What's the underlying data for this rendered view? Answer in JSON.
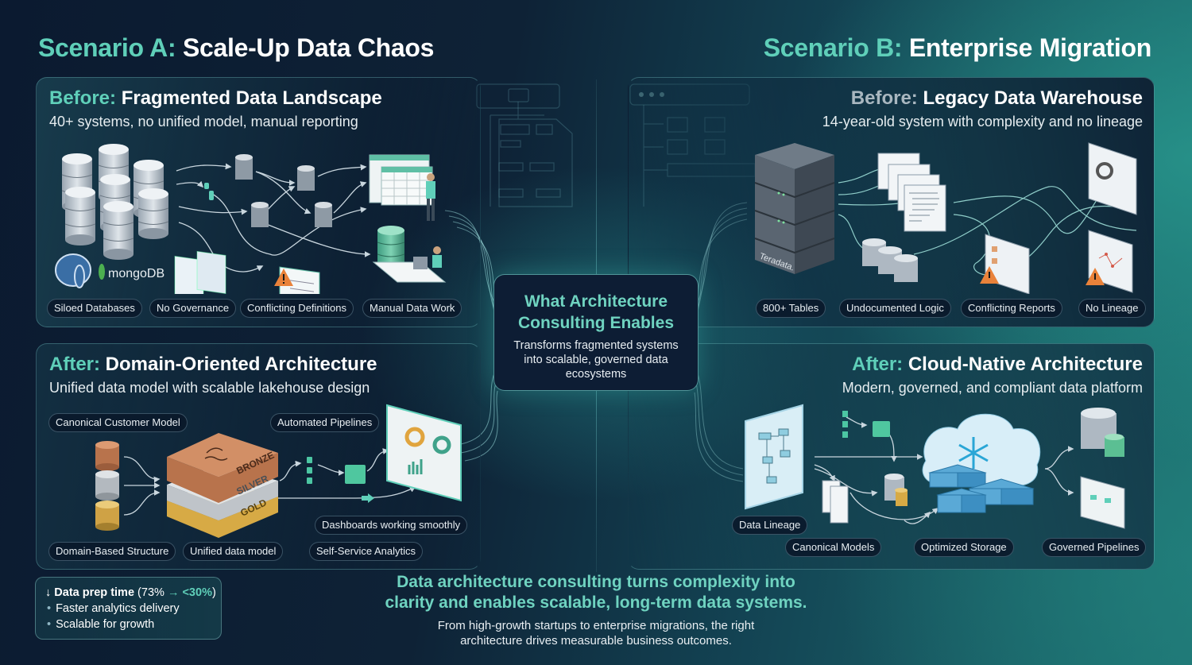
{
  "scenario_a": {
    "label": "Scenario A:",
    "title": "Scale-Up Data Chaos",
    "before": {
      "label": "Before:",
      "title": "Fragmented Data Landscape",
      "subtitle": "40+ systems, no unified model, manual reporting",
      "logos": {
        "mongodb": "mongoDB"
      },
      "tags": [
        "Siloed Databases",
        "No Governance",
        "Conflicting Definitions",
        "Manual Data Work"
      ]
    },
    "after": {
      "label": "After:",
      "title": "Domain-Oriented Architecture",
      "subtitle": "Unified data model with scalable lakehouse design",
      "layers": [
        "BRONZE",
        "SILVER",
        "GOLD"
      ],
      "tags": {
        "canonical": "Canonical Customer Model",
        "pipelines": "Automated Pipelines",
        "dashboards": "Dashboards working smoothly",
        "domain": "Domain-Based Structure",
        "unified": "Unified data model",
        "selfservice": "Self-Service Analytics"
      }
    },
    "metrics": {
      "arrow": "↓",
      "headline_bold": "Data prep time",
      "headline_open": "(73%",
      "headline_arrow": "→",
      "headline_target": "<30%",
      "headline_close": ")",
      "bullets": [
        "Faster analytics delivery",
        "Scalable for growth"
      ]
    }
  },
  "scenario_b": {
    "label": "Scenario B:",
    "title": "Enterprise Migration",
    "before": {
      "label": "Before:",
      "title": "Legacy Data Warehouse",
      "subtitle": "14-year-old system with complexity and no lineage",
      "server_brand": "Teradata.",
      "tags": [
        "800+ Tables",
        "Undocumented Logic",
        "Conflicting Reports",
        "No Lineage"
      ]
    },
    "after": {
      "label": "After:",
      "title": "Cloud-Native Architecture",
      "subtitle": "Modern, governed, and compliant data platform",
      "tags": {
        "lineage": "Data Lineage",
        "canonical": "Canonical Models",
        "storage": "Optimized Storage",
        "governed": "Governed Pipelines"
      }
    }
  },
  "center": {
    "title_line1": "What Architecture",
    "title_line2": "Consulting Enables",
    "subtitle_line1": "Transforms fragmented systems",
    "subtitle_line2": "into scalable, governed data",
    "subtitle_line3": "ecosystems"
  },
  "footer": {
    "headline_line1": "Data architecture consulting turns complexity into",
    "headline_line2": "clarity and enables scalable, long-term data systems.",
    "sub_line1": "From high-growth startups to enterprise migrations, the right",
    "sub_line2": "architecture drives measurable business outcomes."
  },
  "colors": {
    "accent_teal": "#5fcfb9",
    "navy": "#0d1d34",
    "warning_orange": "#e9823a",
    "bronze": "#c07a52",
    "silver": "#c8ccd0",
    "gold": "#d7aa45",
    "snowflake_blue": "#2aa6d6"
  }
}
